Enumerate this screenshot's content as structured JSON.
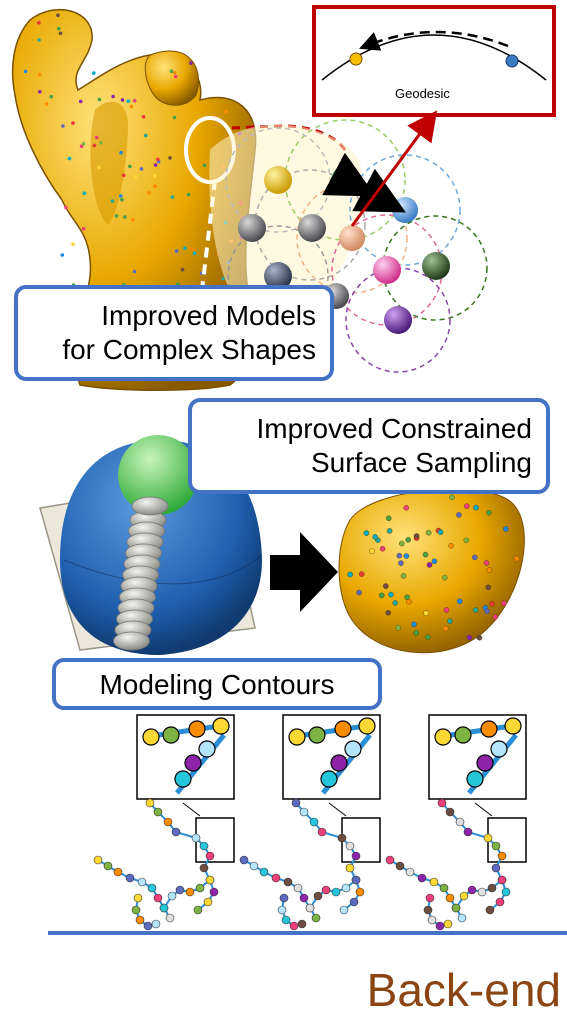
{
  "labels": {
    "geodesic": "Geodesic",
    "models_line1": "Improved  Models",
    "models_line2": "for Complex Shapes",
    "sampling_line1": "Improved Constrained",
    "sampling_line2": "Surface Sampling",
    "contours": "Modeling Contours",
    "backend": "Back-end"
  },
  "colors": {
    "callout_border": "#4472c4",
    "geodesic_box_border": "#c00000",
    "bone_surface": "#f0b400",
    "backend_text": "#8b4513",
    "contour_line": "#2a8fd6",
    "divider": "#4472c4"
  }
}
